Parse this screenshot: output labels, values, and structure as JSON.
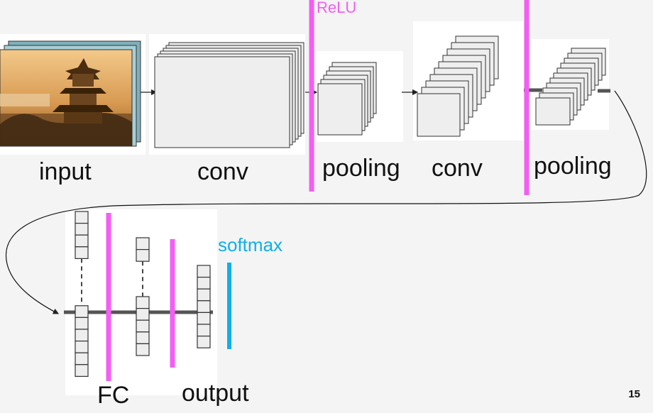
{
  "labels": {
    "relu": "ReLU",
    "input": "input",
    "conv1": "conv",
    "pooling1": "pooling",
    "conv2": "conv",
    "pooling2": "pooling",
    "softmax": "softmax",
    "fc": "FC",
    "output": "output"
  },
  "page_number": "15",
  "colors": {
    "relu": "#f35ef3",
    "softmax": "#0fb0e8",
    "line": "#555555",
    "block_fill": "#eeeeee",
    "block_stroke": "#333333"
  }
}
